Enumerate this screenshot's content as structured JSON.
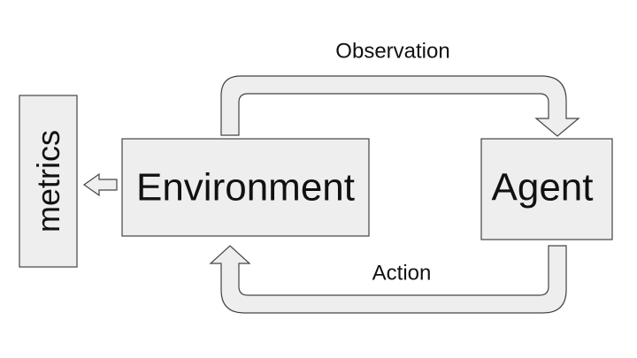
{
  "diagram": {
    "nodes": {
      "metrics": "metrics",
      "environment": "Environment",
      "agent": "Agent"
    },
    "edges": {
      "observation": "Observation",
      "action": "Action"
    }
  }
}
